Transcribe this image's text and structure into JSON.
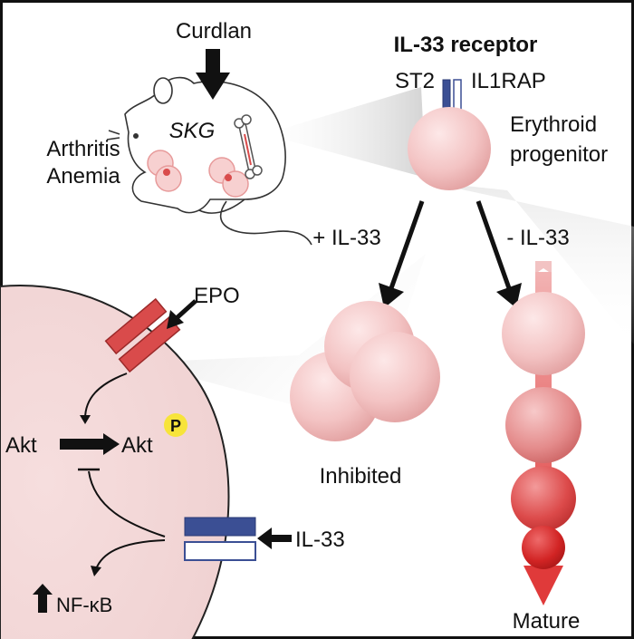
{
  "stimulus": "Curdlan",
  "mouse": {
    "strain": "SKG",
    "phenotypes": [
      "Arthritis",
      "Anemia"
    ]
  },
  "receptor": {
    "title": "IL-33 receptor",
    "subunit_a": "ST2",
    "subunit_b": "IL1RAP"
  },
  "progenitor": {
    "line1": "Erythroid",
    "line2": "progenitor"
  },
  "branches": {
    "with": "+ IL-33",
    "without": "- IL-33"
  },
  "outcomes": {
    "inhibited": "Inhibited",
    "mature": "Mature"
  },
  "cell": {
    "epo": "EPO",
    "akt": "Akt",
    "akt_p": "Akt",
    "phospho": "P",
    "il33": "IL-33",
    "nfkb": "NF-κB"
  },
  "colors": {
    "st2": "#3b4f94",
    "epo_receptor": "#d94b4b",
    "phospho": "#f7e43a",
    "arrow_mature": "#e03a3a"
  }
}
